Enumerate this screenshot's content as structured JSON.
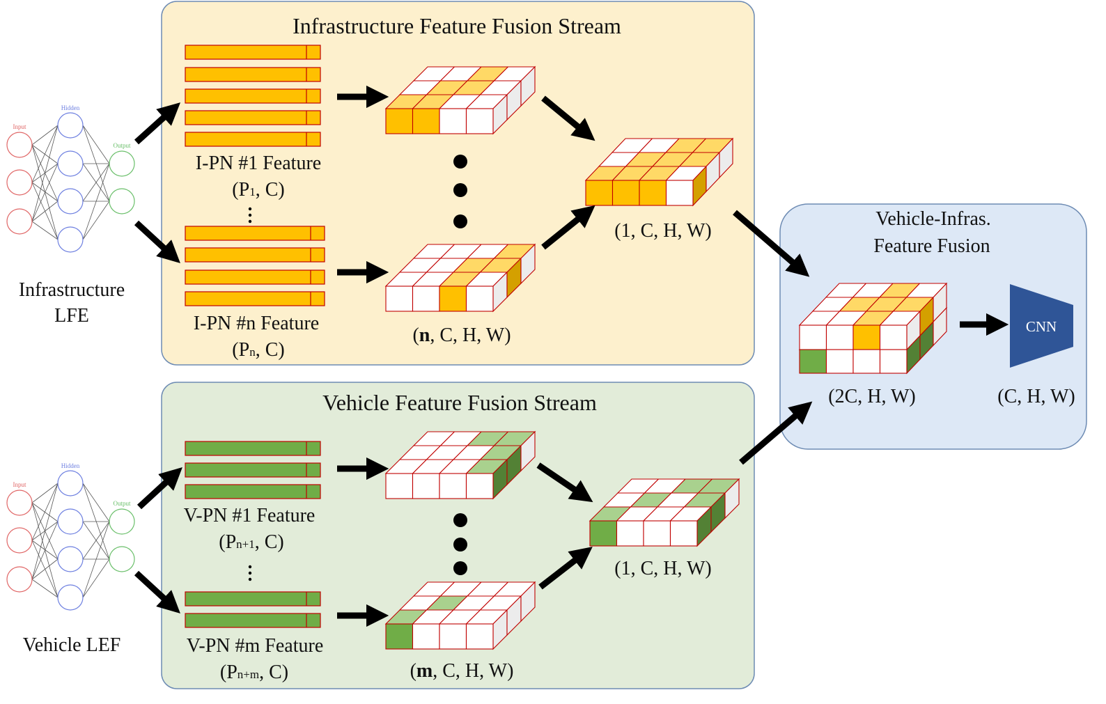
{
  "colors": {
    "infra_panel": "#fdf0cd",
    "vehicle_panel": "#e2ecd9",
    "fusion_panel": "#dde8f6",
    "panel_border": "#6d8bb3",
    "orange": "#ffc000",
    "orange_light": "#ffd966",
    "orange_dark": "#d4a000",
    "green": "#70ad47",
    "green_light": "#a9d18e",
    "green_dark": "#538135",
    "cell_border": "#c00000",
    "cnn": "#2f5597",
    "nn_input": "#e06666",
    "nn_hidden": "#6d7fe0",
    "nn_output": "#6abf6a"
  },
  "nn_labels": {
    "input": "Input",
    "hidden": "Hidden",
    "output": "Output"
  },
  "infra_lfe_label_line1": "Infrastructure",
  "infra_lfe_label_line2": "LFE",
  "vehicle_lef_label": "Vehicle LEF",
  "infra_stream": {
    "title": "Infrastructure Feature Fusion Stream",
    "feature1_label": "I-PN #1 Feature",
    "feature1_shape_open": "(P",
    "feature1_shape_sub": "1",
    "feature1_shape_close": ", C)",
    "featuren_label": "I-PN #n Feature",
    "featuren_shape_open": "(P",
    "featuren_shape_sub": "n",
    "featuren_shape_close": ", C)",
    "stack_label_bold": "n",
    "stack_label_rest": ", C, H, W)",
    "stack_label_open": "(",
    "fused_label": "(1, C, H, W)"
  },
  "vehicle_stream": {
    "title": "Vehicle Feature Fusion Stream",
    "feature1_label": "V-PN #1 Feature",
    "feature1_shape_open": "(P",
    "feature1_shape_sub": "n+1",
    "feature1_shape_close": ", C)",
    "featurem_label": "V-PN #m Feature",
    "featurem_shape_open": "(P",
    "featurem_shape_sub": "n+m",
    "featurem_shape_close": ", C)",
    "stack_label_bold": "m",
    "stack_label_rest": ", C, H, W)",
    "stack_label_open": "(",
    "fused_label": "(1, C, H, W)"
  },
  "fusion": {
    "title_line1": "Vehicle-Infras.",
    "title_line2": "Feature Fusion",
    "concat_label": "(2C, H, W)",
    "cnn_label": "CNN",
    "output_label": "(C, H, W)"
  }
}
